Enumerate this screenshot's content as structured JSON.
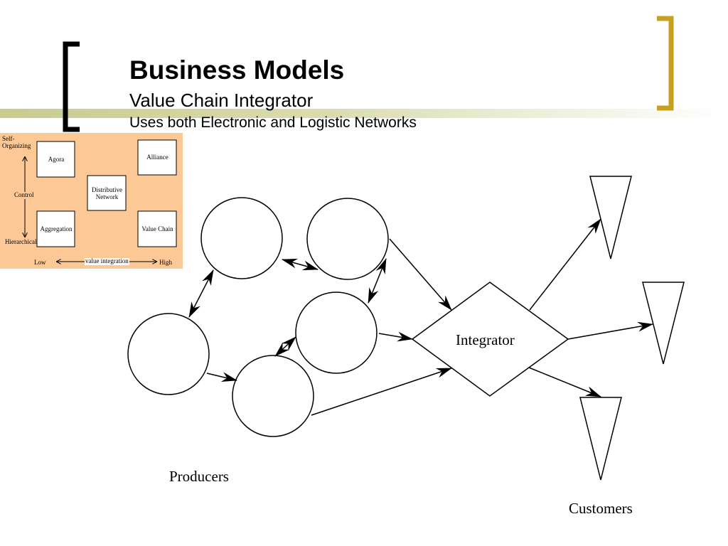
{
  "slide": {
    "title": "Business Models",
    "subtitle": "Value Chain Integrator",
    "subtitle2": "Uses both Electronic and Logistic Networks"
  },
  "colors": {
    "left_bracket": "#000000",
    "right_bracket": "#c8a020",
    "accent_bar": "#c8cc8e",
    "quadrant_background": "#fcc896"
  },
  "quadrant": {
    "top_left_label": "Self-\nOrganizing",
    "bottom_left_label": "Hierarchical",
    "control_label": "Control",
    "low_label": "Low",
    "high_label": "High",
    "x_axis_label": "value integration",
    "boxes": {
      "agora": "Agora",
      "alliance": "Alliance",
      "distributive": "Distributive\nNetwork",
      "aggregation": "Aggregation",
      "value_chain": "Value Chain"
    }
  },
  "diagram": {
    "integrator_label": "Integrator",
    "producers_label": "Producers",
    "customers_label": "Customers"
  }
}
